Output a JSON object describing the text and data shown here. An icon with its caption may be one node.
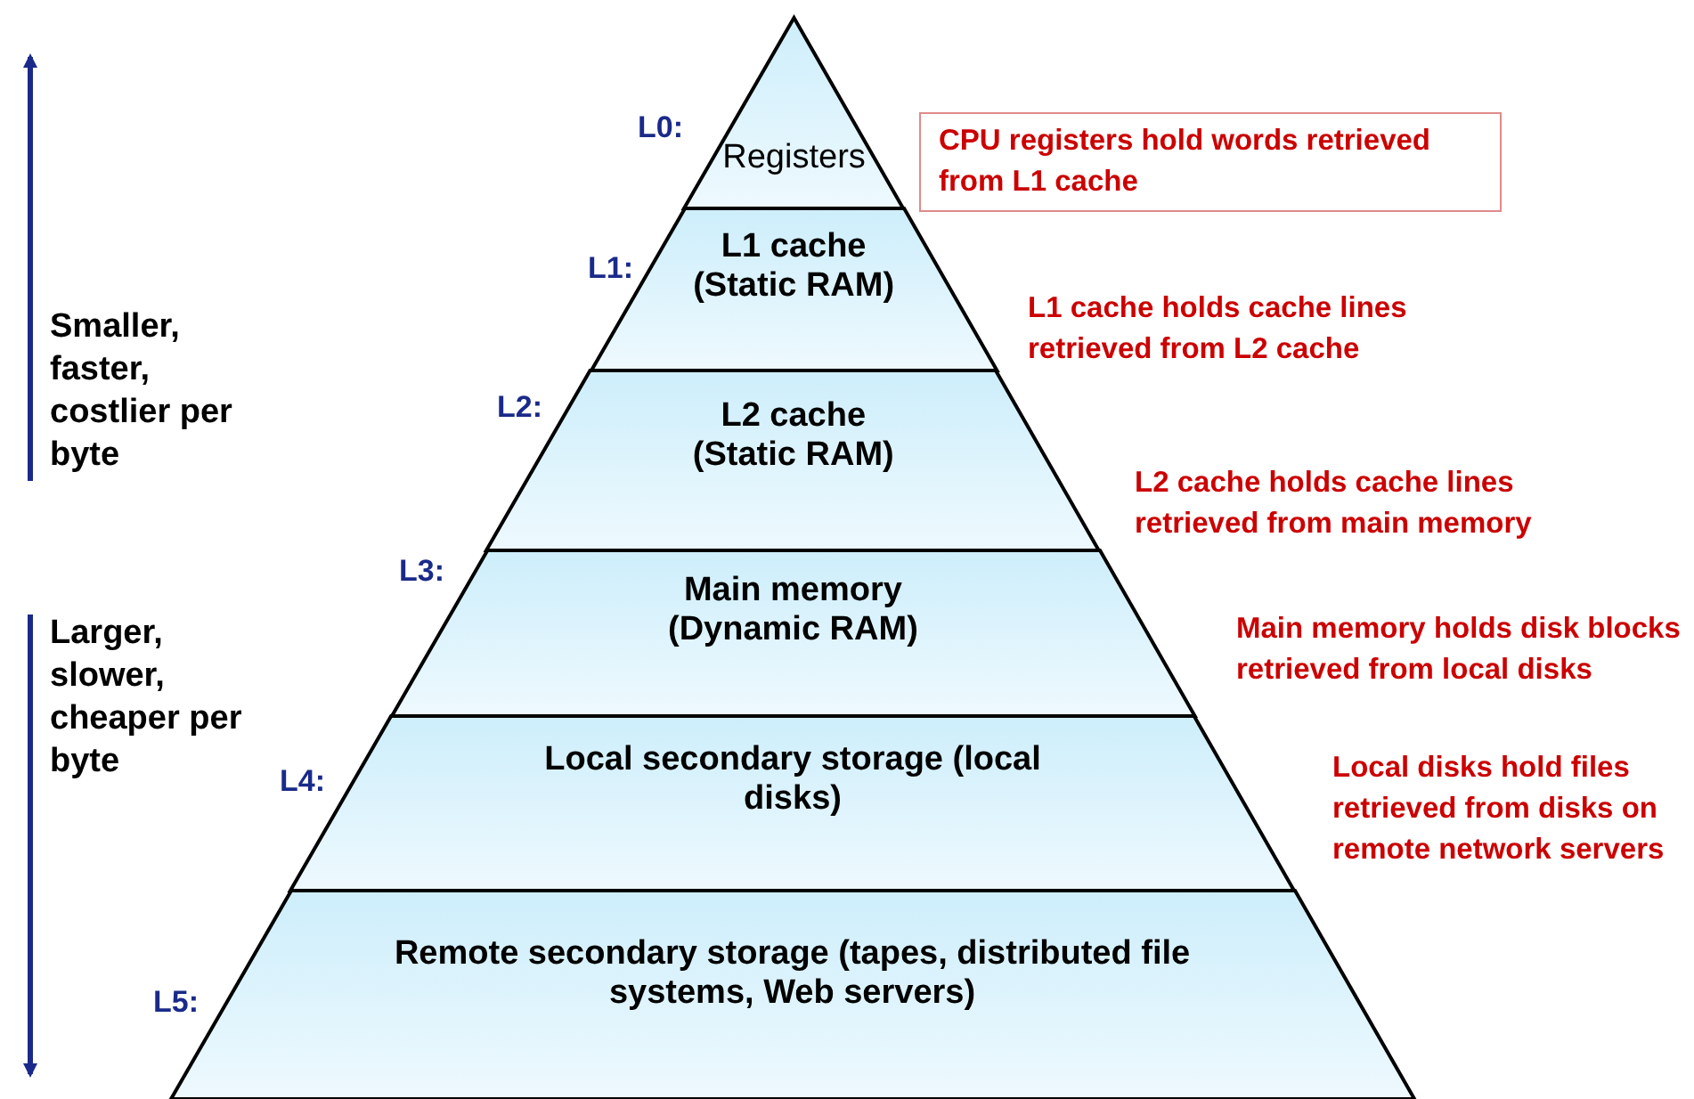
{
  "diagram": {
    "nodes": [
      {
        "text": [
          "Registers"
        ],
        "beside": [
          "L0:"
        ]
      },
      {
        "text": [
          "L1 cache (Static RAM)"
        ],
        "beside": [
          "L1:"
        ]
      },
      {
        "text": [
          "L2 cache (Static RAM)"
        ],
        "beside": [
          "L2:"
        ]
      },
      {
        "text": [
          "Main memory (Dynamic RAM)"
        ],
        "beside": [
          "L3:"
        ]
      },
      {
        "text": [
          "Local secondary storage (local disks)"
        ],
        "beside": [
          "L4:"
        ]
      },
      {
        "text": [
          "Remote secondary storage (tapes, distributed file systems, Web servers)"
        ],
        "beside": [
          "L5:"
        ]
      },
      {
        "text": [
          "CPU registers hold words retrieved from L1 cache"
        ]
      }
    ],
    "labels": [
      "Smaller, faster, costlier per byte",
      "Larger, slower, cheaper per byte",
      "L1 cache holds cache lines retrieved from L2 cache",
      "L2 cache holds cache lines retrieved from main memory",
      "Main memory holds disk blocks retrieved from local disks",
      "Local disks hold files retrieved from disks on remote network servers"
    ]
  }
}
